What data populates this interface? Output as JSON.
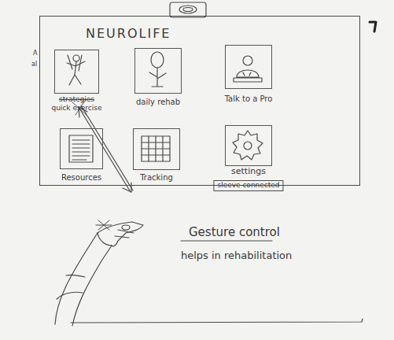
{
  "diagram": {
    "nodes": [
      {
        "text": [
          "NEUROLIFE"
        ]
      },
      {
        "text": [
          "strategies",
          "quick exercise"
        ],
        "in": 0
      },
      {
        "text": [
          "daily rehab"
        ],
        "in": 0
      },
      {
        "text": [
          "Talk to a Pro"
        ],
        "in": 0
      },
      {
        "text": [
          "Resources"
        ],
        "in": 0
      },
      {
        "text": [
          "Tracking"
        ],
        "in": 0
      },
      {
        "text": [
          "settings",
          "sleeve connected"
        ],
        "in": 0
      }
    ],
    "labels": [
      "A",
      "al",
      "Gesture control",
      "helps in rehabilitation"
    ]
  }
}
